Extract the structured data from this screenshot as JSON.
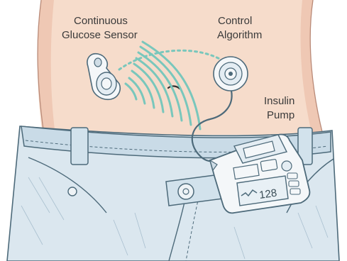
{
  "labels": {
    "sensor_line1": "Continuous",
    "sensor_line2": "Glucose Sensor",
    "algorithm_line1": "Control",
    "algorithm_line2": "Algorithm",
    "pump_line1": "Insulin",
    "pump_line2": "Pump"
  },
  "pump_display": {
    "reading": "128"
  },
  "colors": {
    "skin": "#f6dccb",
    "skin_shade": "#efc8b4",
    "denim": "#dbe7ef",
    "denim_shade": "#c3d6e3",
    "outline": "#4d6a7a",
    "signal": "#79c7bc",
    "device": "#f4f7f9"
  }
}
